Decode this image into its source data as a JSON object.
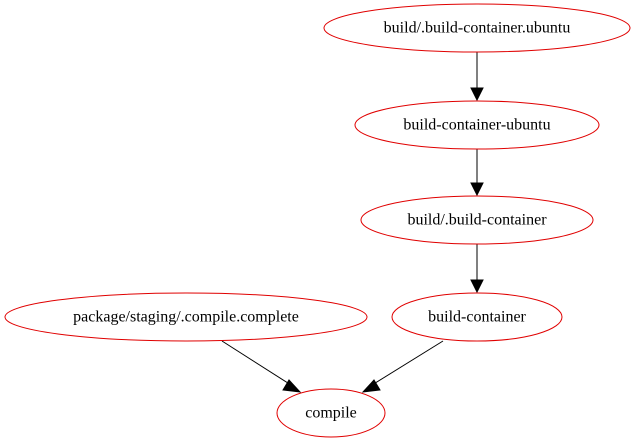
{
  "graph": {
    "colors": {
      "node_outline": "#e00000",
      "edge": "#000000",
      "label": "#000000",
      "background": "#ffffff"
    },
    "nodes": [
      {
        "id": "n1",
        "label": "build/.build-container.ubuntu"
      },
      {
        "id": "n2",
        "label": "build-container-ubuntu"
      },
      {
        "id": "n3",
        "label": "build/.build-container"
      },
      {
        "id": "n4",
        "label": "build-container"
      },
      {
        "id": "n5",
        "label": "package/staging/.compile.complete"
      },
      {
        "id": "n6",
        "label": "compile"
      }
    ],
    "edges": [
      {
        "from": "n1",
        "to": "n2"
      },
      {
        "from": "n2",
        "to": "n3"
      },
      {
        "from": "n3",
        "to": "n4"
      },
      {
        "from": "n4",
        "to": "n6"
      },
      {
        "from": "n5",
        "to": "n6"
      }
    ]
  }
}
